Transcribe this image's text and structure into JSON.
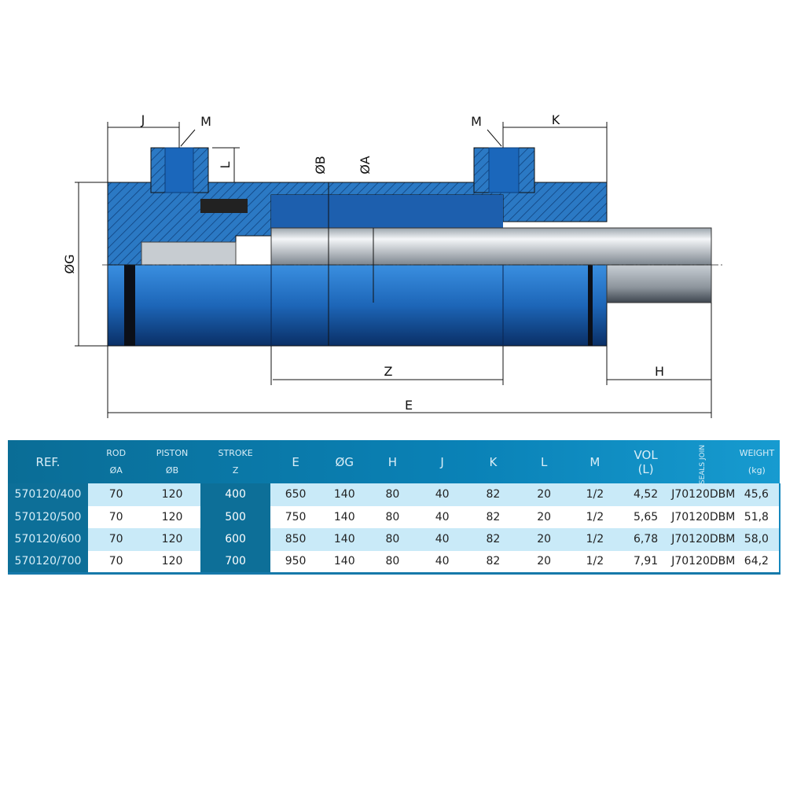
{
  "drawing": {
    "labels": {
      "J": "J",
      "M_left": "M",
      "M_right": "M",
      "K": "K",
      "L": "L",
      "OB": "ØB",
      "OA": "ØA",
      "OG": "ØG",
      "Z": "Z",
      "H": "H",
      "E": "E"
    },
    "colors": {
      "body": "#1f6fc0",
      "hatch": "#2a78c2",
      "rod": "#d8dde2"
    }
  },
  "table": {
    "headers": [
      {
        "top": "REF.",
        "bottom": ""
      },
      {
        "top": "ROD",
        "bottom": "ØA"
      },
      {
        "top": "PISTON",
        "bottom": "ØB"
      },
      {
        "top": "STROKE",
        "bottom": "Z"
      },
      {
        "top": "E",
        "bottom": ""
      },
      {
        "top": "ØG",
        "bottom": ""
      },
      {
        "top": "H",
        "bottom": ""
      },
      {
        "top": "J",
        "bottom": ""
      },
      {
        "top": "K",
        "bottom": ""
      },
      {
        "top": "L",
        "bottom": ""
      },
      {
        "top": "M",
        "bottom": ""
      },
      {
        "top": "VOL",
        "bottom": "(L)"
      },
      {
        "top": "SEALS JOIN",
        "bottom": ""
      },
      {
        "top": "WEIGHT",
        "bottom": "(kg)"
      }
    ],
    "rows": [
      [
        "570120/400",
        "70",
        "120",
        "400",
        "650",
        "140",
        "80",
        "40",
        "82",
        "20",
        "1/2",
        "4,52",
        "J70120DBM",
        "45,6"
      ],
      [
        "570120/500",
        "70",
        "120",
        "500",
        "750",
        "140",
        "80",
        "40",
        "82",
        "20",
        "1/2",
        "5,65",
        "J70120DBM",
        "51,8"
      ],
      [
        "570120/600",
        "70",
        "120",
        "600",
        "850",
        "140",
        "80",
        "40",
        "82",
        "20",
        "1/2",
        "6,78",
        "J70120DBM",
        "58,0"
      ],
      [
        "570120/700",
        "70",
        "120",
        "700",
        "950",
        "140",
        "80",
        "40",
        "82",
        "20",
        "1/2",
        "7,91",
        "J70120DBM",
        "64,2"
      ]
    ]
  }
}
